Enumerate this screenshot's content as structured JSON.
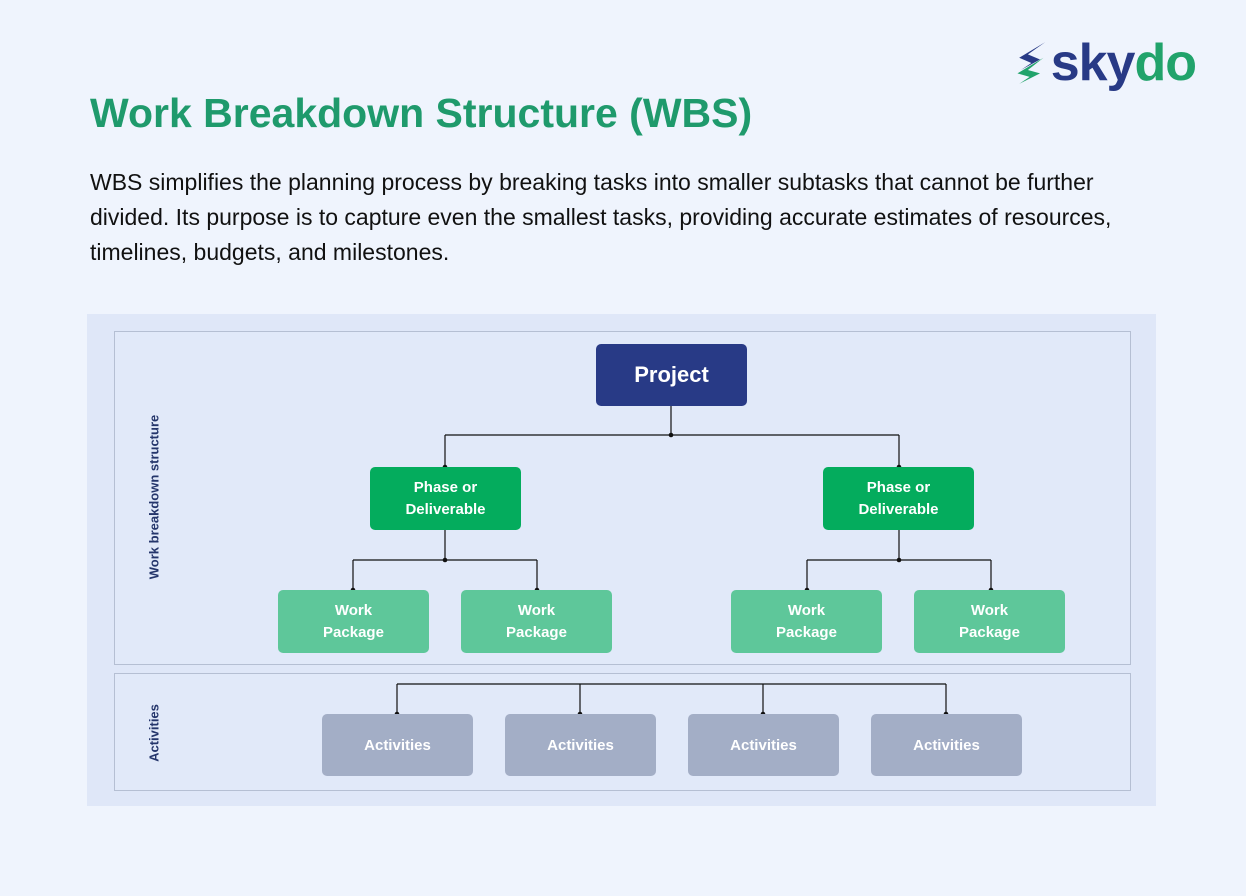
{
  "brand": {
    "logo_text_a": "sky",
    "logo_text_b": "do",
    "colors": {
      "navy": "#283a86",
      "green": "#21a36b"
    }
  },
  "header": {
    "title": "Work Breakdown Structure (WBS)",
    "description": "WBS simplifies the planning process by breaking tasks into smaller subtasks that cannot be further divided. Its purpose is to capture even the smallest tasks, providing accurate estimates of resources, timelines, budgets, and milestones."
  },
  "diagram": {
    "section_labels": {
      "wbs": "Work breakdown structure",
      "activities": "Activities"
    },
    "project": {
      "label": "Project",
      "color": "#283a86"
    },
    "phases": [
      {
        "label": "Phase or\nDeliverable"
      },
      {
        "label": "Phase or\nDeliverable"
      }
    ],
    "phase_color": "#04ac5d",
    "work_packages": [
      {
        "label": "Work\nPackage"
      },
      {
        "label": "Work\nPackage"
      },
      {
        "label": "Work\nPackage"
      },
      {
        "label": "Work\nPackage"
      }
    ],
    "work_package_color": "#5ec79a",
    "activities": [
      {
        "label": "Activities"
      },
      {
        "label": "Activities"
      },
      {
        "label": "Activities"
      },
      {
        "label": "Activities"
      }
    ],
    "activity_color": "#a3aec6"
  }
}
